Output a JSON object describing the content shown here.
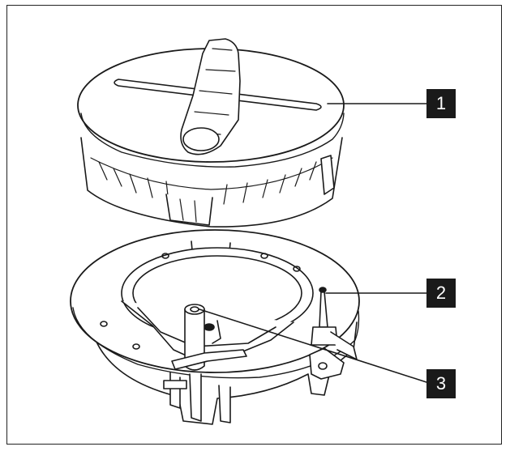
{
  "callouts": [
    {
      "label": "1"
    },
    {
      "label": "2"
    },
    {
      "label": "3"
    }
  ],
  "colors": {
    "line": "#1a1a1a",
    "badge_fill": "#1a1a1a",
    "badge_text": "#ffffff"
  }
}
